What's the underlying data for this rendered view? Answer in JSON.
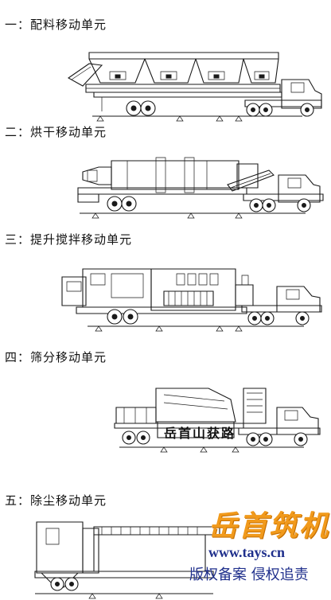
{
  "units": [
    {
      "heading": "一：配料移动单元"
    },
    {
      "heading": "二：烘干移动单元"
    },
    {
      "heading": "三：提升搅拌移动单元"
    },
    {
      "heading": "四：筛分移动单元"
    },
    {
      "heading": "五：除尘移动单元"
    }
  ],
  "screening_plate_text": "岳首山获路",
  "watermark": {
    "logo_text": "岳首筑机",
    "url": "www.tays.cn",
    "notice": "版权备案 侵权追责",
    "logo_color": "#f19a1c",
    "text_color": "#1f2f8c"
  }
}
